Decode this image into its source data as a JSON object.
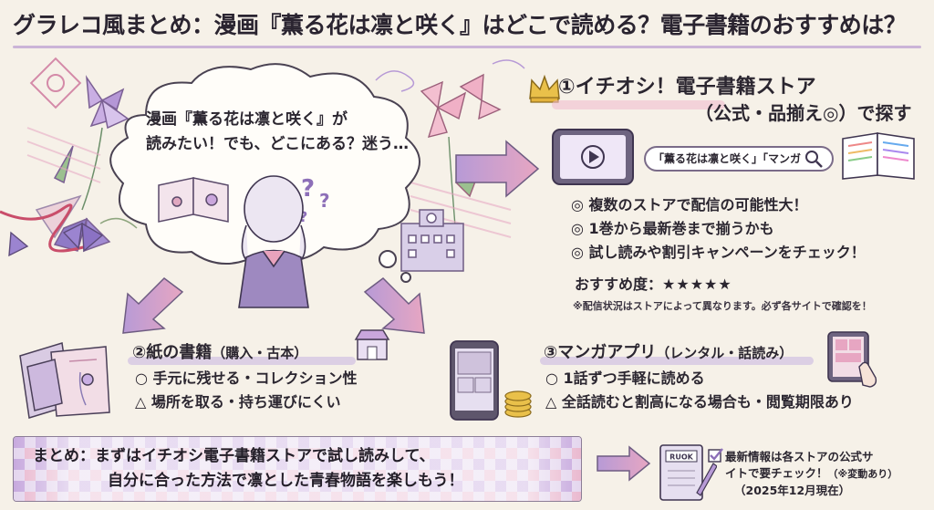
{
  "title": "グラレコ風まとめ：漫画『薫る花は凛と咲く』はどこで読める？電子書籍のおすすめは？",
  "cloud": {
    "line1": "漫画『薫る花は凛と咲く』が",
    "line2": "読みたい！でも、どこにある？迷う…"
  },
  "section1": {
    "heading_line1": "①イチオシ！電子書籍ストア",
    "heading_line2": "（公式・品揃え◎）で探す",
    "search_text": "「薫る花は凛と咲く」「マンガ",
    "features": [
      "◎ 複数のストアで配信の可能性大！",
      "◎ 1巻から最新巻まで揃うかも",
      "◎ 試し読みや割引キャンペーンをチェック！"
    ],
    "recommend_label": "おすすめ度：",
    "recommend_stars": "★★★★★",
    "note": "※配信状況はストアによって異なります。必ず各サイトで確認を！"
  },
  "section2": {
    "heading": "②紙の書籍",
    "heading_sub": "（購入・古本）",
    "items": [
      "○ 手元に残せる・コレクション性",
      "△ 場所を取る・持ち運びにくい"
    ]
  },
  "section3": {
    "heading": "③マンガアプリ",
    "heading_sub": "（レンタル・話読み）",
    "items": [
      "○ 1話ずつ手軽に読める",
      "△ 全話読むと割高になる場合も・閲覧期限あり"
    ]
  },
  "summary": {
    "line1": "まとめ：まずはイチオシ電子書籍ストアで試し読みして、",
    "line2": "自分に合った方法で凛とした青春物語を楽しもう！"
  },
  "notebook_label": "RUOK",
  "footer": {
    "line1": "最新情報は各ストアの公式サ",
    "line2": "イトで要チェック！",
    "line2_small": "（※変動あり）",
    "date": "（2025年12月現在）"
  },
  "colors": {
    "background": "#f6f1e8",
    "accent_purple": "#b79ad6",
    "accent_pink": "#e9a3bd",
    "gold": "#e3b23c"
  }
}
